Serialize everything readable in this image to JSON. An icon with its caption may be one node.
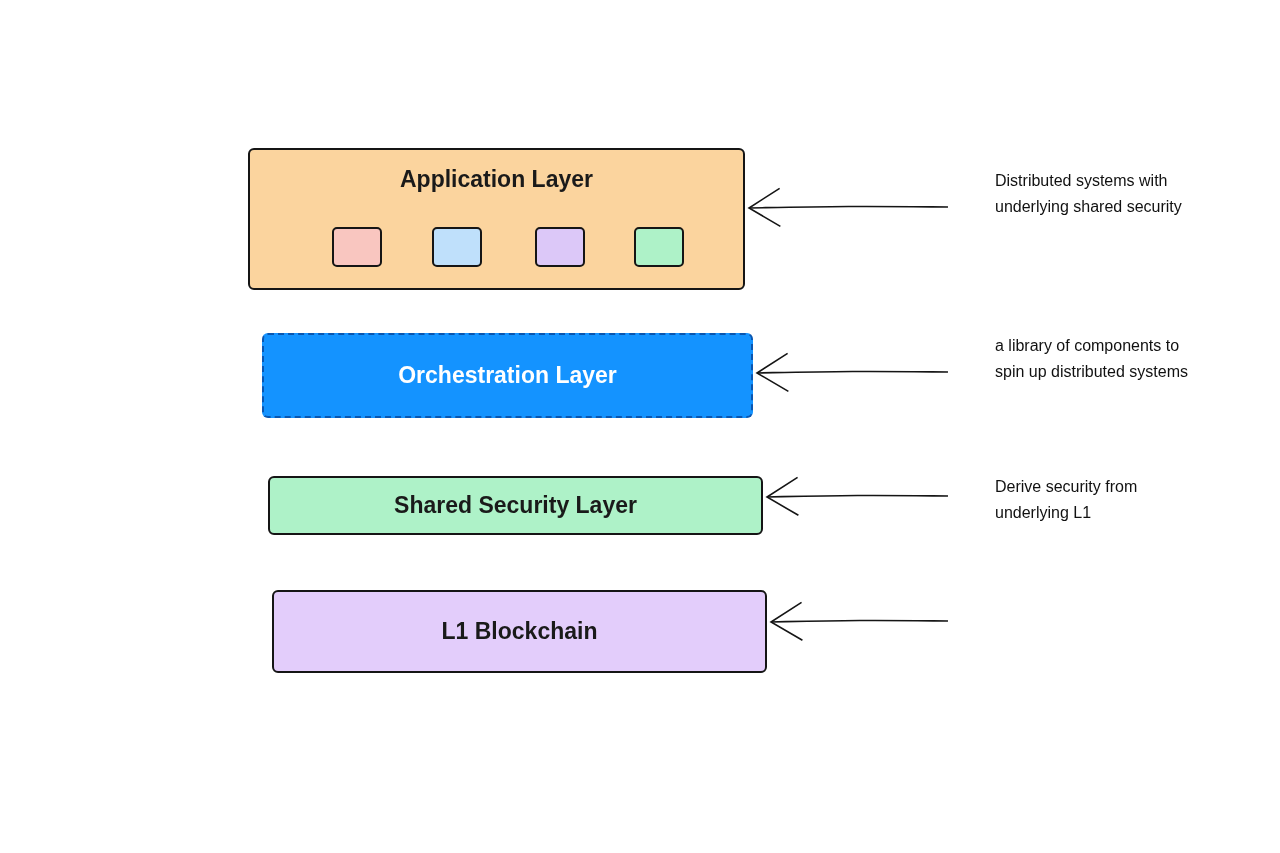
{
  "diagram": {
    "nodes": [
      {
        "text": [
          "Application Layer"
        ]
      },
      {
        "text": [],
        "shape": "box",
        "in": 0
      },
      {
        "text": [],
        "shape": "box",
        "in": 0
      },
      {
        "text": [],
        "shape": "box",
        "in": 0
      },
      {
        "text": [],
        "shape": "box",
        "in": 0
      },
      {
        "text": [
          "Orchestration Layer"
        ]
      },
      {
        "text": [
          "Shared Security Layer"
        ]
      },
      {
        "text": [
          "L1 Blockchain"
        ]
      },
      {
        "text": [
          "Distributed systems with underlying shared security"
        ]
      },
      {
        "text": [
          "a library of components to spin up distributed systems"
        ]
      },
      {
        "text": [
          "Derive security from underlying L1"
        ]
      }
    ],
    "edges": [
      {
        "from": 8,
        "to": 0,
        "arrow": "to"
      },
      {
        "from": 9,
        "to": 5,
        "arrow": "to"
      },
      {
        "from": 10,
        "to": 6,
        "arrow": "to"
      },
      {
        "from": null,
        "to": 7,
        "arrow": "to"
      }
    ]
  }
}
